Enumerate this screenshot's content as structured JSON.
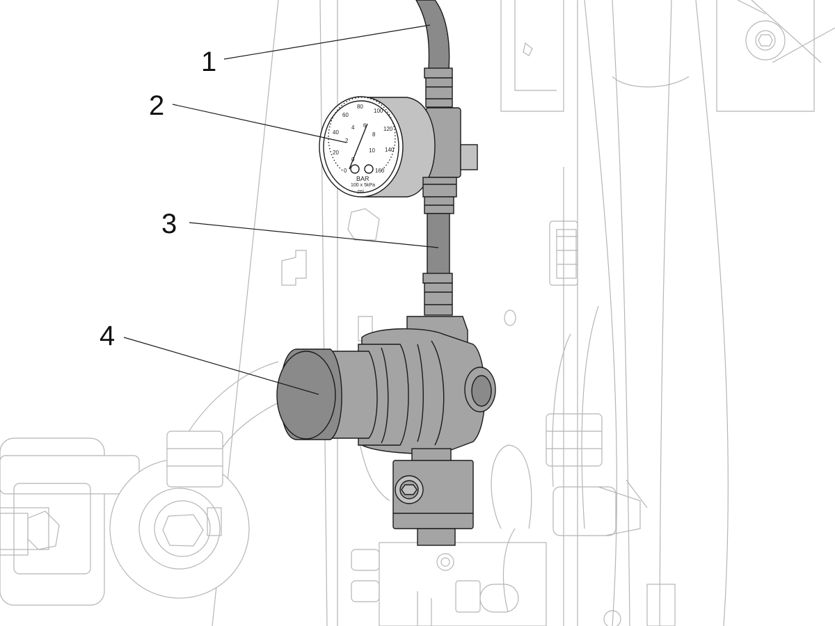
{
  "colors": {
    "part_fill_dark": "#8a8a8a",
    "part_fill_mid": "#a4a4a4",
    "part_fill_light": "#c2c2c2",
    "ghost_line": "#b5b5b5",
    "outline": "#1a1a1a"
  },
  "callouts": [
    {
      "id": "1",
      "label": "1"
    },
    {
      "id": "2",
      "label": "2"
    },
    {
      "id": "3",
      "label": "3"
    },
    {
      "id": "4",
      "label": "4"
    }
  ],
  "gauge": {
    "bar_scale": [
      "0",
      "2",
      "4",
      "6",
      "8",
      "10"
    ],
    "psi_scale": [
      "0",
      "20",
      "40",
      "60",
      "80",
      "100",
      "120",
      "140",
      "160"
    ],
    "unit_bar": "BAR",
    "unit_kpa": "100 x 5kPa",
    "unit_psi": "psi"
  },
  "icons": [
    "hex-socket-bolt-icon",
    "connector-icon"
  ]
}
